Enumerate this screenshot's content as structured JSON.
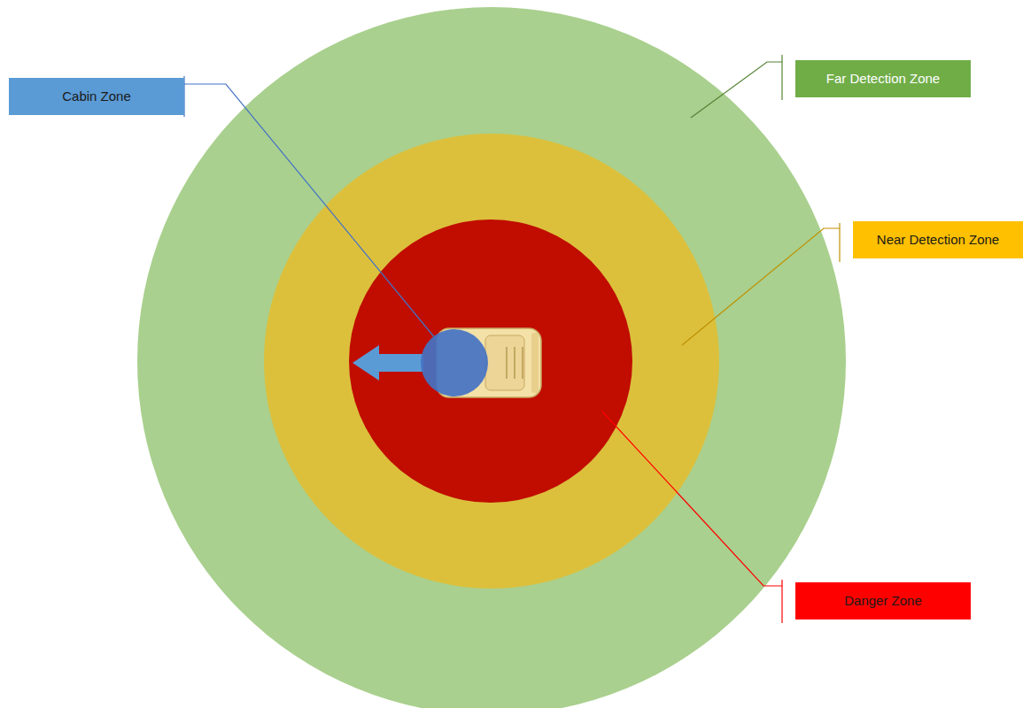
{
  "diagram": {
    "nodes": [
      {
        "text": [
          "Cabin Zone"
        ]
      },
      {
        "text": [
          "Far Detection Zone"
        ]
      },
      {
        "text": [
          "Near Detection Zone"
        ]
      },
      {
        "text": [
          "Danger Zone"
        ]
      }
    ]
  }
}
